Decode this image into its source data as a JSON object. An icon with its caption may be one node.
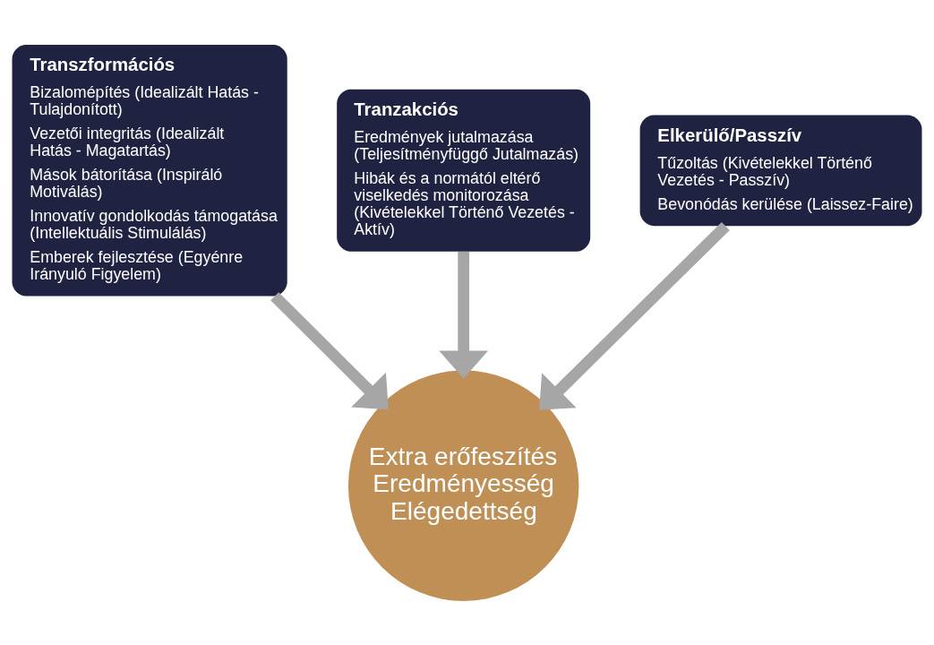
{
  "diagram": {
    "nodes": [
      {
        "text": [
          "Transzformációs",
          "Bizalomépítés (Idealizált Hatás - Tulajdonított)",
          "Vezetői integritás (Idealizált Hatás - Magatartás)",
          "Mások bátorítása (Inspiráló Motiválás)",
          "Innovatív gondolkodás támogatása (Intellektuális Stimulálás)",
          "Emberek fejlesztése (Egyénre Irányuló Figyelem)"
        ]
      },
      {
        "text": [
          "Tranzakciós",
          "Eredmények jutalmazása (Teljesítményfüggő Jutalmazás)",
          "Hibák és a normától eltérő viselkedés monitorozása (Kivételekkel Történő Vezetés - Aktív)"
        ]
      },
      {
        "text": [
          "Elkerülő/Passzív",
          "Tűzoltás (Kivételekkel Történő Vezetés - Passzív)",
          "Bevonódás kerülése (Laissez-Faire)"
        ]
      },
      {
        "text": [
          "Extra erőfeszítés",
          "Eredményesség",
          "Elégedettség"
        ]
      }
    ],
    "edges": [
      {
        "from": 0,
        "to": 3,
        "arrow": "to"
      },
      {
        "from": 1,
        "to": 3,
        "arrow": "to"
      },
      {
        "from": 2,
        "to": 3,
        "arrow": "to"
      }
    ]
  }
}
